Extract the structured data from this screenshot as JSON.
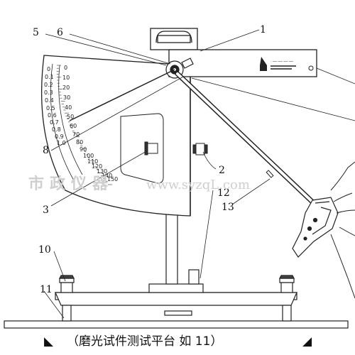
{
  "diagram": {
    "callouts": [
      "1",
      "2",
      "3",
      "5",
      "6",
      "8",
      "10",
      "11",
      "12",
      "13"
    ],
    "scale_outer": [
      "0",
      "10",
      "20",
      "30",
      "40",
      "50",
      "60",
      "70",
      "80",
      "90",
      "100",
      "110",
      "120",
      "130",
      "140",
      "150"
    ],
    "scale_inner": [
      "0",
      "0.1",
      "0.2",
      "0.3",
      "0.4",
      "0.5",
      "0.6",
      "0.7",
      "0.8",
      "0.9",
      "1.0"
    ],
    "arm_label": "· ── ── ── ──"
  },
  "watermark": {
    "site_name": "市政仪器",
    "url": "www.syzqL.com"
  },
  "caption": {
    "left_marker": "◣",
    "text": "（磨光试件测试平台  如 11）",
    "right_marker": "◢"
  }
}
